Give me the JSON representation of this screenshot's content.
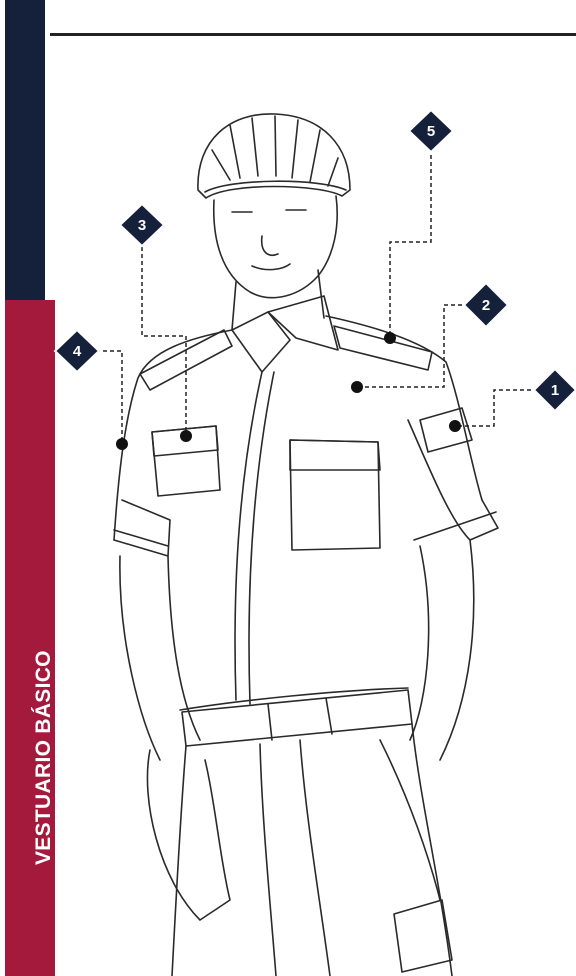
{
  "sidebar": {
    "label": "VESTUARIO BÁSICO",
    "navy_color": "#15203a",
    "crimson_color": "#a31a3d"
  },
  "markers": [
    {
      "id": "1",
      "label": "1"
    },
    {
      "id": "2",
      "label": "2"
    },
    {
      "id": "3",
      "label": "3"
    },
    {
      "id": "4",
      "label": "4"
    },
    {
      "id": "5",
      "label": "5"
    }
  ],
  "figure": {
    "subject": "cyclist-uniform-figure-icon"
  }
}
